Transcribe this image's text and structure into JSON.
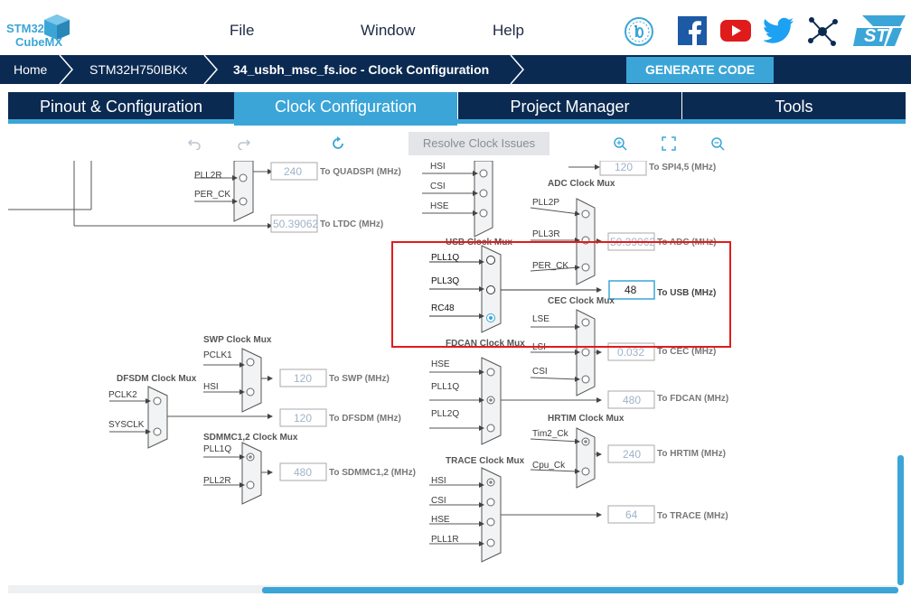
{
  "app": {
    "logo_line1": "STM32",
    "logo_line2": "CubeMX"
  },
  "menu": {
    "file": "File",
    "window": "Window",
    "help": "Help"
  },
  "breadcrumb": {
    "home": "Home",
    "device": "STM32H750IBKx",
    "file": "34_usbh_msc_fs.ioc - Clock Configuration"
  },
  "toolbar": {
    "generate": "GENERATE CODE",
    "resolve": "Resolve Clock Issues"
  },
  "tabs": [
    {
      "label": "Pinout & Configuration"
    },
    {
      "label": "Clock Configuration"
    },
    {
      "label": "Project Manager"
    },
    {
      "label": "Tools"
    }
  ],
  "colors": {
    "accent": "#3ba5d8",
    "navy": "#0b2a52",
    "highlight": "#e21b1b"
  },
  "diagram": {
    "quadspi": {
      "inputs": [
        "PLL2R",
        "PER_CK"
      ],
      "value": "240",
      "dest": "To QUADSPI (MHz)"
    },
    "ltdc": {
      "value": "50.39062",
      "dest": "To LTDC (MHz)"
    },
    "spi45": {
      "inputs": [
        "HSI",
        "CSI",
        "HSE"
      ],
      "value": "120",
      "dest": "To SPI4,5 (MHz)"
    },
    "adc": {
      "title": "ADC Clock Mux",
      "inputs": [
        "PLL2P",
        "PLL3R",
        "PER_CK"
      ],
      "value": "50.39062",
      "dest": "To ADC (MHz)"
    },
    "usb": {
      "title": "USB Clock Mux",
      "inputs": [
        "PLL1Q",
        "PLL3Q",
        "RC48"
      ],
      "value": "48",
      "dest": "To USB (MHz)"
    },
    "cec": {
      "title": "CEC Clock Mux",
      "inputs": [
        "LSE",
        "LSI",
        "CSI"
      ],
      "value": "0.032",
      "dest": "To CEC (MHz)"
    },
    "swp": {
      "title": "SWP Clock Mux",
      "inputs": [
        "PCLK1",
        "HSI"
      ],
      "value": "120",
      "dest": "To SWP (MHz)"
    },
    "dfsdm": {
      "title": "DFSDM Clock Mux",
      "inputs": [
        "PCLK2",
        "SYSCLK"
      ],
      "value": "120",
      "dest": "To DFSDM (MHz)"
    },
    "fdcan": {
      "title": "FDCAN Clock Mux",
      "inputs": [
        "HSE",
        "PLL1Q",
        "PLL2Q"
      ],
      "value": "480",
      "dest": "To FDCAN (MHz)"
    },
    "hrtim": {
      "title": "HRTIM Clock Mux",
      "inputs": [
        "Tim2_Ck",
        "Cpu_Ck"
      ],
      "value": "240",
      "dest": "To HRTIM (MHz)"
    },
    "sdmmc": {
      "title": "SDMMC1,2 Clock Mux",
      "inputs": [
        "PLL1Q",
        "PLL2R"
      ],
      "value": "480",
      "dest": "To SDMMC1,2 (MHz)"
    },
    "trace": {
      "title": "TRACE Clock Mux",
      "inputs": [
        "HSI",
        "CSI",
        "HSE",
        "PLL1R"
      ],
      "value": "64",
      "dest": "To TRACE (MHz)"
    }
  }
}
